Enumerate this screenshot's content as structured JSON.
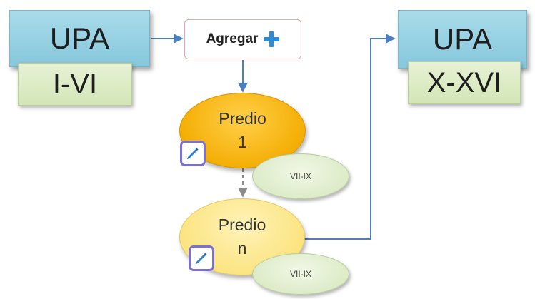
{
  "upa_left": {
    "title": "UPA",
    "range": "I-VI"
  },
  "upa_right": {
    "title": "UPA",
    "range": "X-XVI"
  },
  "add_box": {
    "label": "Agregar",
    "icon": "plus-icon"
  },
  "predio_first": {
    "line1": "Predio",
    "line2": "1",
    "range": "VII-IX",
    "icon": "pencil-icon"
  },
  "predio_last": {
    "line1": "Predio",
    "line2": "n",
    "range": "VII-IX",
    "icon": "pencil-icon"
  },
  "colors": {
    "connector_blue": "#4a7fc1",
    "connector_gray": "#8c8c8c",
    "upa_blue": "#8fcbde",
    "upa_green": "#d9e9c0",
    "predio_orange": "#f7b500",
    "predio_light": "#fbe690",
    "plus_blue": "#2f8ad8",
    "badge_purple": "#7b6fd6"
  }
}
